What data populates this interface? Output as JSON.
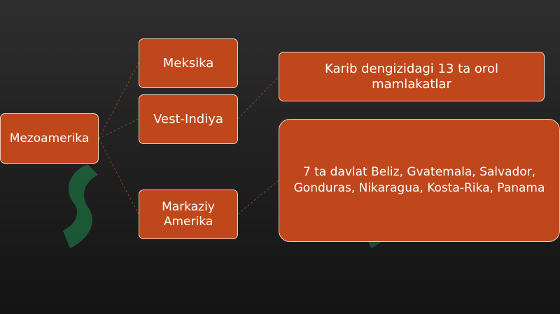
{
  "diagram": {
    "root": {
      "label": "Mezoamerika"
    },
    "children": [
      {
        "id": "mex",
        "label": "Meksika"
      },
      {
        "id": "vest",
        "label": "Vest-Indiya"
      },
      {
        "id": "mark",
        "label": "Markaziy Amerika"
      }
    ],
    "details": [
      {
        "parent": "vest",
        "text": "Karib dengizidagi 13 ta orol mamlakatlar"
      },
      {
        "parent": "mark",
        "text": "7 ta davlat Beliz, Gvatemala, Salvador, Gonduras, Nikaragua, Kosta-Rika, Panama"
      }
    ]
  },
  "colors": {
    "node_fill": "#c0471c",
    "node_border": "#f2d2c2",
    "connector": "#9a3a1a",
    "watermark": "#1f8a4c"
  },
  "icons": {
    "watermark": "green-leaf-logo-watermark"
  }
}
